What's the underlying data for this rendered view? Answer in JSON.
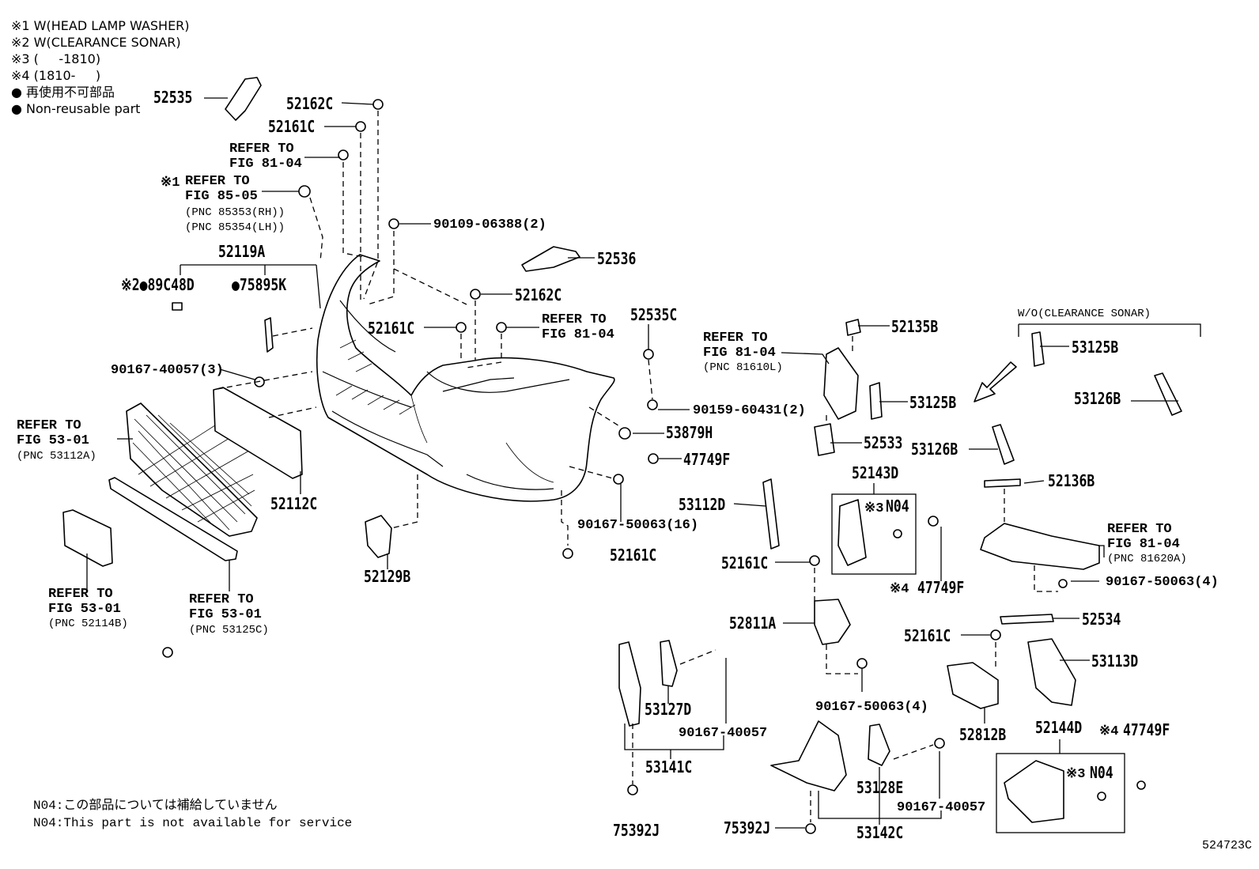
{
  "notes": [
    "※1 W(HEAD LAMP WASHER)",
    "※2 W(CLEARANCE SONAR)",
    "※3 (     -1810)",
    "※4 (1810-     )",
    "● 再使用不可部品",
    "● Non-reusable part"
  ],
  "labels": {
    "p52535": "52535",
    "p52162c_top": "52162C",
    "p52161c_top": "52161C",
    "ref_81_04_a": "REFER TO\nFIG 81-04",
    "ref_85_05_mark": "※1",
    "ref_85_05": "REFER TO\nFIG 85-05",
    "pnc_85353": "(PNC 85353(RH))",
    "pnc_85354": "(PNC 85354(LH))",
    "p90109": "90109-06388(2)",
    "p52536": "52536",
    "p52119a": "52119A",
    "p89c48d": "※2●89C48D",
    "p75895k": "●75895K",
    "p52162c_mid": "52162C",
    "p52161c_mid": "52161C",
    "ref_81_04_b": "REFER TO\nFIG 81-04",
    "p52535c": "52535C",
    "ref_81_04_c": "REFER TO\nFIG 81-04",
    "pnc_81610l": "(PNC 81610L)",
    "p52135b": "52135B",
    "wo_sonar": "W/O(CLEARANCE SONAR)",
    "p53125b_r": "53125B",
    "p53126b_r": "53126B",
    "p90167_40057_3": "90167-40057(3)",
    "p90159": "90159-60431(2)",
    "p53125b": "53125B",
    "ref_53_01_a": "REFER TO\nFIG 53-01",
    "pnc_53112a": "(PNC 53112A)",
    "p53879h": "53879H",
    "p52533": "52533",
    "p53126b": "53126B",
    "p47749f_a": "47749F",
    "p52143d": "52143D",
    "p52112c": "52112C",
    "p90167_50063_16": "90167-50063(16)",
    "p53112d": "53112D",
    "n04_a_mark": "※3",
    "n04_a": "N04",
    "p52136b": "52136B",
    "ref_81_04_d": "REFER TO\nFIG 81-04",
    "pnc_81620a": "(PNC 81620A)",
    "p52161c_c": "52161C",
    "p52161c_d": "52161C",
    "p52129b": "52129B",
    "p47749f_b_mark": "※4",
    "p47749f_b": "47749F",
    "p90167_50063_4a": "90167-50063(4)",
    "ref_53_01_b": "REFER TO\nFIG 53-01",
    "pnc_52114b": "(PNC 52114B)",
    "ref_53_01_c": "REFER TO\nFIG 53-01",
    "pnc_53125c": "(PNC 53125C)",
    "p52811a": "52811A",
    "p52534": "52534",
    "p52161c_e": "52161C",
    "p53113d": "53113D",
    "p53127d": "53127D",
    "p90167_40057_a": "90167-40057",
    "p90167_50063_4b": "90167-50063(4)",
    "p52812b": "52812B",
    "p52144d": "52144D",
    "p47749f_c_mark": "※4",
    "p47749f_c": "47749F",
    "p53141c": "53141C",
    "n04_b_mark": "※3",
    "n04_b": "N04",
    "p53128e": "53128E",
    "p90167_40057_b": "90167-40057",
    "p75392j_a": "75392J",
    "p75392j_b": "75392J",
    "p53142c": "53142C",
    "figure_code": "524723C"
  },
  "footnotes": {
    "jp": "N04:この部品については補給していません",
    "en": "N04:This part is not available for service"
  }
}
